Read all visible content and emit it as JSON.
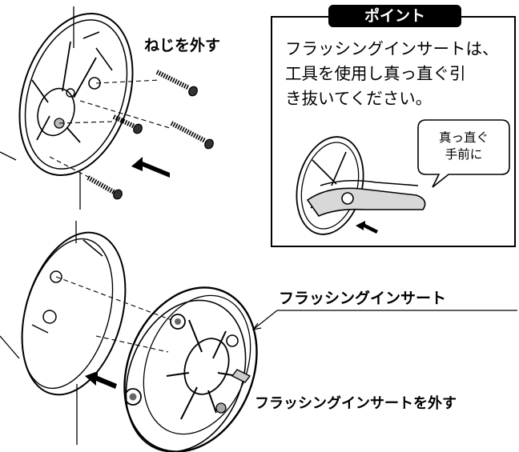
{
  "labels": {
    "remove_screws": "ねじを外す",
    "point_badge": "ポイント",
    "point_text": "フラッシングインサートは、\n工具を使用し真っ直ぐ引\nき抜いてください。",
    "callout": "真っ直ぐ\n手前に",
    "flashing_insert": "フラッシングインサート",
    "remove_insert": "フラッシングインサートを外す"
  },
  "colors": {
    "line": "#000000",
    "background": "#ffffff",
    "shade": "#9a9a9a"
  }
}
